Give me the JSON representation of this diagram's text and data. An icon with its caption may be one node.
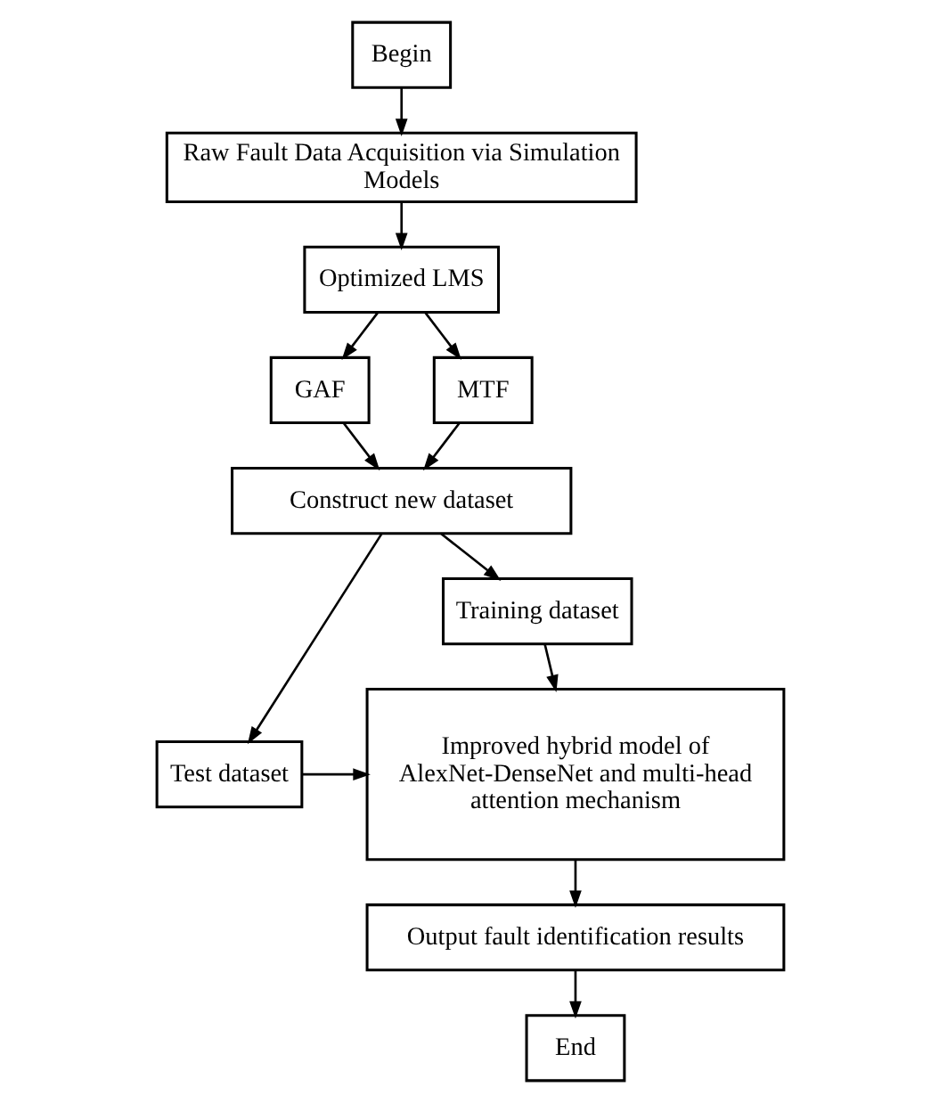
{
  "diagram": {
    "nodes": [
      {
        "text": [
          "Begin"
        ]
      },
      {
        "text": [
          "Raw Fault Data Acquisition via Simulation Models"
        ]
      },
      {
        "text": [
          "Optimized LMS"
        ]
      },
      {
        "text": [
          "GAF"
        ]
      },
      {
        "text": [
          "MTF"
        ]
      },
      {
        "text": [
          "Construct new dataset"
        ]
      },
      {
        "text": [
          "Training dataset"
        ]
      },
      {
        "text": [
          "Improved hybrid model of AlexNet-DenseNet and multi-head attention mechanism"
        ]
      },
      {
        "text": [
          "Test dataset"
        ]
      },
      {
        "text": [
          "Output fault identification results"
        ]
      },
      {
        "text": [
          "End"
        ]
      }
    ],
    "edges": [
      {
        "from": 0,
        "to": 1,
        "arrow": "to"
      },
      {
        "from": 1,
        "to": 2,
        "arrow": "to"
      },
      {
        "from": 2,
        "to": 3,
        "arrow": "to"
      },
      {
        "from": 2,
        "to": 4,
        "arrow": "to"
      },
      {
        "from": 3,
        "to": 5,
        "arrow": "to"
      },
      {
        "from": 4,
        "to": 5,
        "arrow": "to"
      },
      {
        "from": 5,
        "to": 6,
        "arrow": "to"
      },
      {
        "from": 5,
        "to": 8,
        "arrow": "to"
      },
      {
        "from": 6,
        "to": 7,
        "arrow": "to"
      },
      {
        "from": 8,
        "to": 7,
        "arrow": "to"
      },
      {
        "from": 7,
        "to": 9,
        "arrow": "to"
      },
      {
        "from": 9,
        "to": 10,
        "arrow": "to"
      }
    ]
  }
}
